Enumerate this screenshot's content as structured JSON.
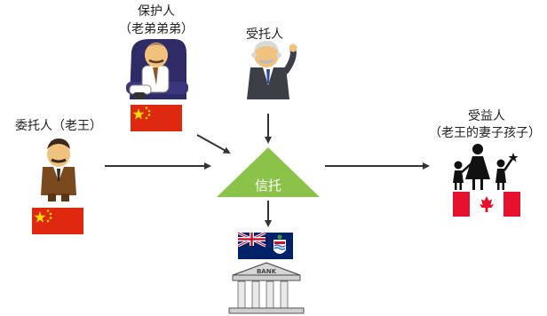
{
  "diagram": {
    "protector": {
      "label": "保护人",
      "sublabel": "（老弟弟弟）",
      "flag": "china-flag",
      "icon": "businessman-in-armchair-icon"
    },
    "trustee": {
      "label": "受托人"
    },
    "settlor": {
      "label": "委托人（老王）",
      "flag": "china-flag",
      "icon": "businessman-icon"
    },
    "trust": {
      "label": "信托",
      "color": "#8bc34a"
    },
    "beneficiary": {
      "label": "受益人",
      "sublabel": "（老王的妻子孩子）",
      "flag": "canada-flag",
      "icon": "family-silhouette-icon"
    },
    "jurisdiction": {
      "flag": "cayman-islands-flag"
    },
    "bank": {
      "label": "BANK",
      "icon": "bank-building-icon"
    },
    "colors": {
      "china_red": "#de2910",
      "china_yellow": "#ffde00",
      "canada_red": "#e8112d",
      "blue_ensign": "#012169",
      "arrow": "#333333"
    }
  }
}
